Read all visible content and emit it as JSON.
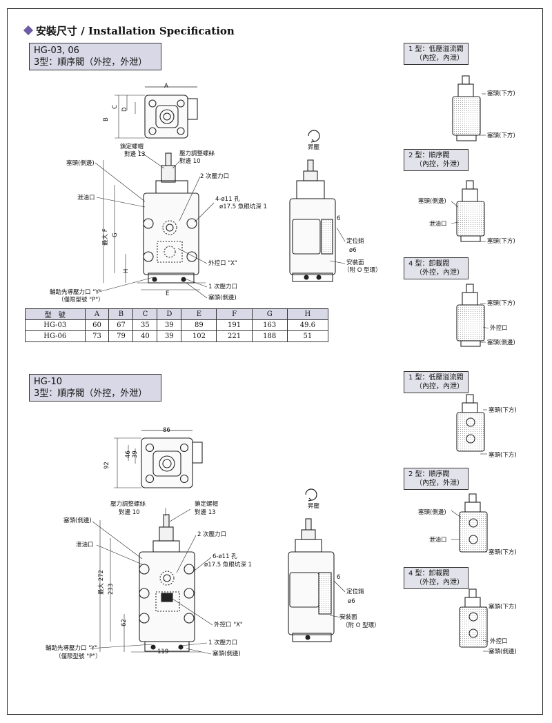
{
  "header": "安裝尺寸 / Installation Specification",
  "section1": {
    "model": "HG-03, 06",
    "type": "3型：順序閥（外控，外泄）"
  },
  "section2": {
    "model": "HG-10",
    "type": "3型：順序閥（外控，外泄）"
  },
  "labels1": {
    "lock_nut": "鎖定螺帽",
    "lock_nut_size": "對邊 13",
    "adj_screw": "壓力調整螺絲",
    "adj_screw_size": "對邊 10",
    "plug_side": "塞頭(側邊)",
    "drain": "泄油口",
    "port2": "2 次壓力口",
    "holes": "4-ø11 孔",
    "counterbore": "ø17.5 魚眼坑深 1",
    "ext_port": "外控口 \"X\"",
    "port1": "1 次壓力口",
    "plug_side2": "塞頭(側邊)",
    "aux_port": "輔助先導壓力口 \"Y\"",
    "aux_note": "（僅限型號 \"P\"）",
    "boost": "昇壓",
    "six": "6",
    "dowel": "定位銷",
    "dowel_d": "ø6",
    "mount": "安裝面",
    "oring": "（附 O 型環）",
    "dimA": "A",
    "dimB": "B",
    "dimC": "C",
    "dimD": "D",
    "dimE": "E",
    "dimF": "最大 F",
    "dimG": "G",
    "dimH": "H"
  },
  "labels2": {
    "adj_screw": "壓力調整螺絲",
    "adj_screw_size": "對邊 10",
    "lock_nut": "鎖定螺帽",
    "lock_nut_size": "對邊 13",
    "plug_side": "塞頭(側邊)",
    "drain": "泄油口",
    "port2": "2 次壓力口",
    "holes": "6-ø11 孔",
    "counterbore": "ø17.5 魚眼坑深 1",
    "ext_port": "外控口 \"X\"",
    "port1": "1 次壓力口",
    "plug_side2": "塞頭(側邊)",
    "aux_port": "輔助先導壓力口 \"Y\"",
    "aux_note": "（僅限型號 \"P\"）",
    "boost": "昇壓",
    "six": "6",
    "dowel": "定位銷",
    "dowel_d": "ø6",
    "mount": "安裝面",
    "oring": "（附 O 型環）",
    "dim86": "86",
    "dim46": "46",
    "dim39": "39",
    "dim92": "92",
    "dim272": "最大 272",
    "dim233": "233",
    "dim62": "62",
    "dim119": "119"
  },
  "table": {
    "headers": [
      "型　號",
      "A",
      "B",
      "C",
      "D",
      "E",
      "F",
      "G",
      "H"
    ],
    "rows": [
      [
        "HG-03",
        "60",
        "67",
        "35",
        "39",
        "89",
        "191",
        "163",
        "49.6"
      ],
      [
        "HG-06",
        "73",
        "79",
        "40",
        "39",
        "102",
        "221",
        "188",
        "51"
      ]
    ]
  },
  "types1": [
    {
      "title": "1 型：低壓溢流閥",
      "sub": "（內控，內泄）",
      "labels": [
        "塞頭(下方)",
        "塞頭(下方)"
      ]
    },
    {
      "title": "2 型：順序閥",
      "sub": "（內控，外泄）",
      "labels": [
        "塞頭(側邊)",
        "泄油口",
        "塞頭(下方)"
      ]
    },
    {
      "title": "4 型：卸載閥",
      "sub": "（外控，內泄）",
      "labels": [
        "塞頭(下方)",
        "外控口",
        "塞頭(側邊)"
      ]
    }
  ],
  "types2": [
    {
      "title": "1 型：低壓溢流閥",
      "sub": "（內控，內泄）",
      "labels": [
        "塞頭(下方)",
        "塞頭(下方)"
      ]
    },
    {
      "title": "2 型：順序閥",
      "sub": "（內控，外泄）",
      "labels": [
        "塞頭(側邊)",
        "泄油口",
        "塞頭(下方)"
      ]
    },
    {
      "title": "4 型：卸載閥",
      "sub": "（外控，內泄）",
      "labels": [
        "塞頭(下方)",
        "外控口",
        "塞頭(側邊)"
      ]
    }
  ]
}
